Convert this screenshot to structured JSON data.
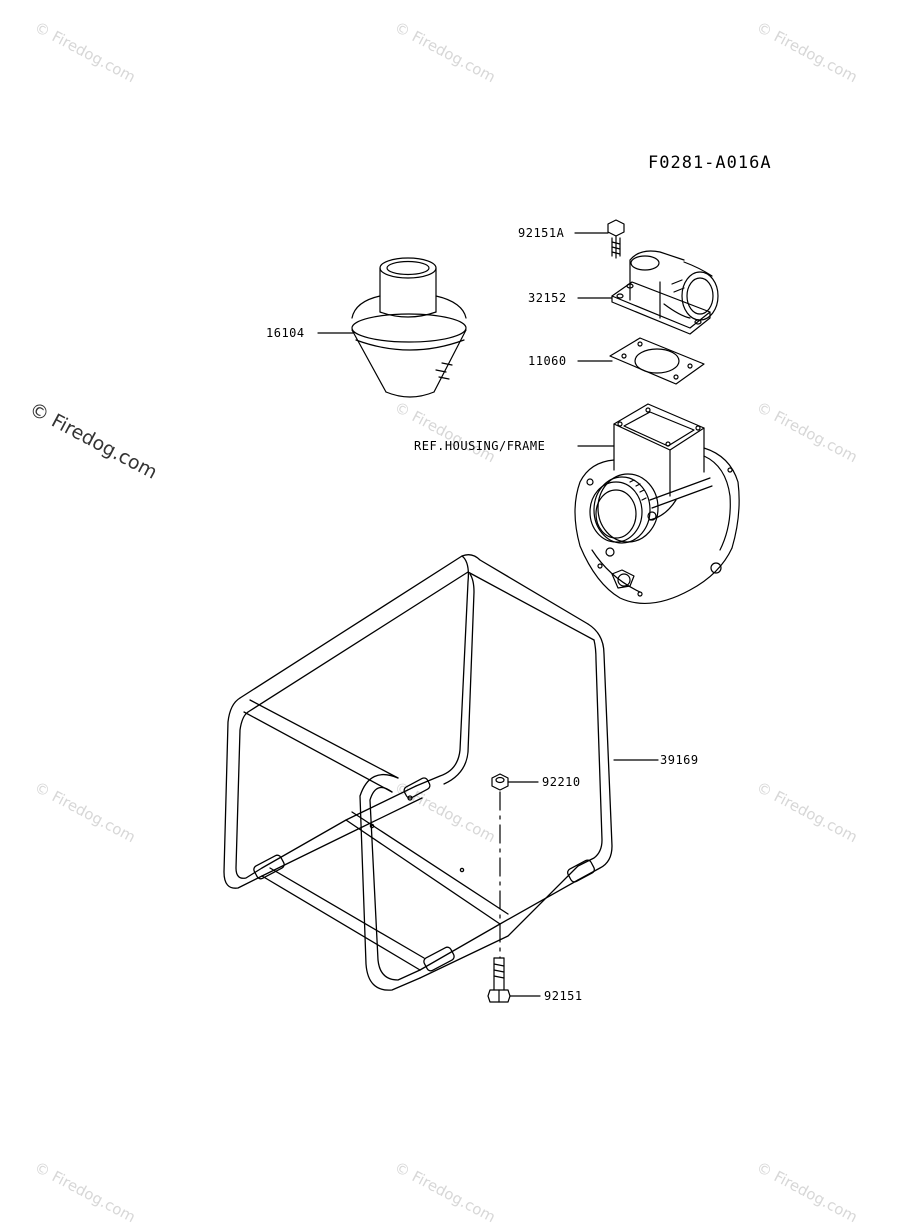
{
  "diagram": {
    "code": "F0281-A016A",
    "watermark": "© Firedog.com",
    "parts": {
      "bolt_top": "92151A",
      "elbow": "32152",
      "gasket": "11060",
      "strainer": "16104",
      "housing_ref": "REF.HOUSING/FRAME",
      "frame": "39169",
      "nut": "92210",
      "bolt_bottom": "92151"
    }
  }
}
